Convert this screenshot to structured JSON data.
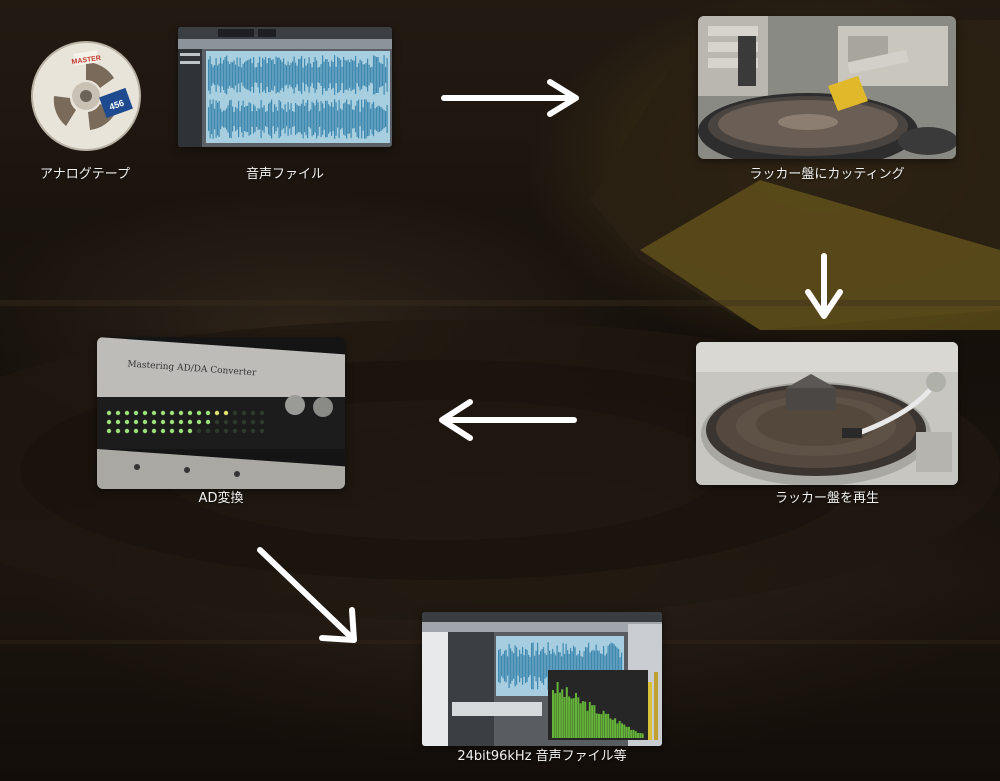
{
  "steps": {
    "tape": "アナログテープ",
    "audio_file": "音声ファイル",
    "lacquer_cutting": "ラッカー盤にカッティング",
    "lacquer_play": "ラッカー盤を再生",
    "ad_conversion": "AD変換",
    "final_file": "24bit96kHz 音声ファイル等"
  },
  "reel_labels": {
    "master": "MASTER",
    "tape_type": "456"
  },
  "rack_panel_text": {
    "title": "Mastering AD/DA Converter"
  },
  "colors": {
    "arrow": "#ffffff",
    "waveform": "#3f88b0",
    "waveform_bg": "#9fc8dc",
    "spectrum": "#66b33a",
    "turntable_gold": "#b89a2a"
  }
}
